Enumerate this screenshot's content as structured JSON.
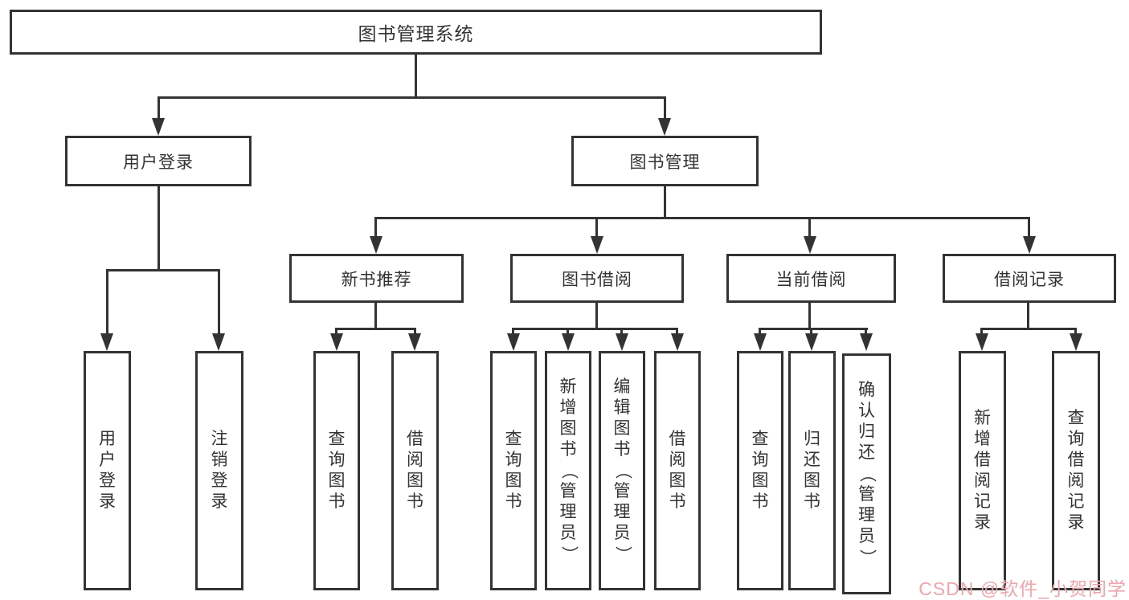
{
  "tree": {
    "root": {
      "label": "图书管理系统",
      "children": [
        {
          "label": "用户登录",
          "children": [
            {
              "label": "用户登录"
            },
            {
              "label": "注销登录"
            }
          ]
        },
        {
          "label": "图书管理",
          "children": [
            {
              "label": "新书推荐",
              "children": [
                {
                  "label": "查询图书"
                },
                {
                  "label": "借阅图书"
                }
              ]
            },
            {
              "label": "图书借阅",
              "children": [
                {
                  "label": "查询图书"
                },
                {
                  "label": "新增图书（管理员）"
                },
                {
                  "label": "编辑图书（管理员）"
                },
                {
                  "label": "借阅图书"
                }
              ]
            },
            {
              "label": "当前借阅",
              "children": [
                {
                  "label": "查询图书"
                },
                {
                  "label": "归还图书"
                },
                {
                  "label": "确认归还（管理员）"
                }
              ]
            },
            {
              "label": "借阅记录",
              "children": [
                {
                  "label": "新增借阅记录"
                },
                {
                  "label": "查询借阅记录"
                }
              ]
            }
          ]
        }
      ]
    }
  },
  "watermark": {
    "text": "CSDN @软件_小贺同学",
    "color": "#eca6ac"
  },
  "colors": {
    "line": "#333333",
    "text": "#333333",
    "background": "#ffffff"
  }
}
